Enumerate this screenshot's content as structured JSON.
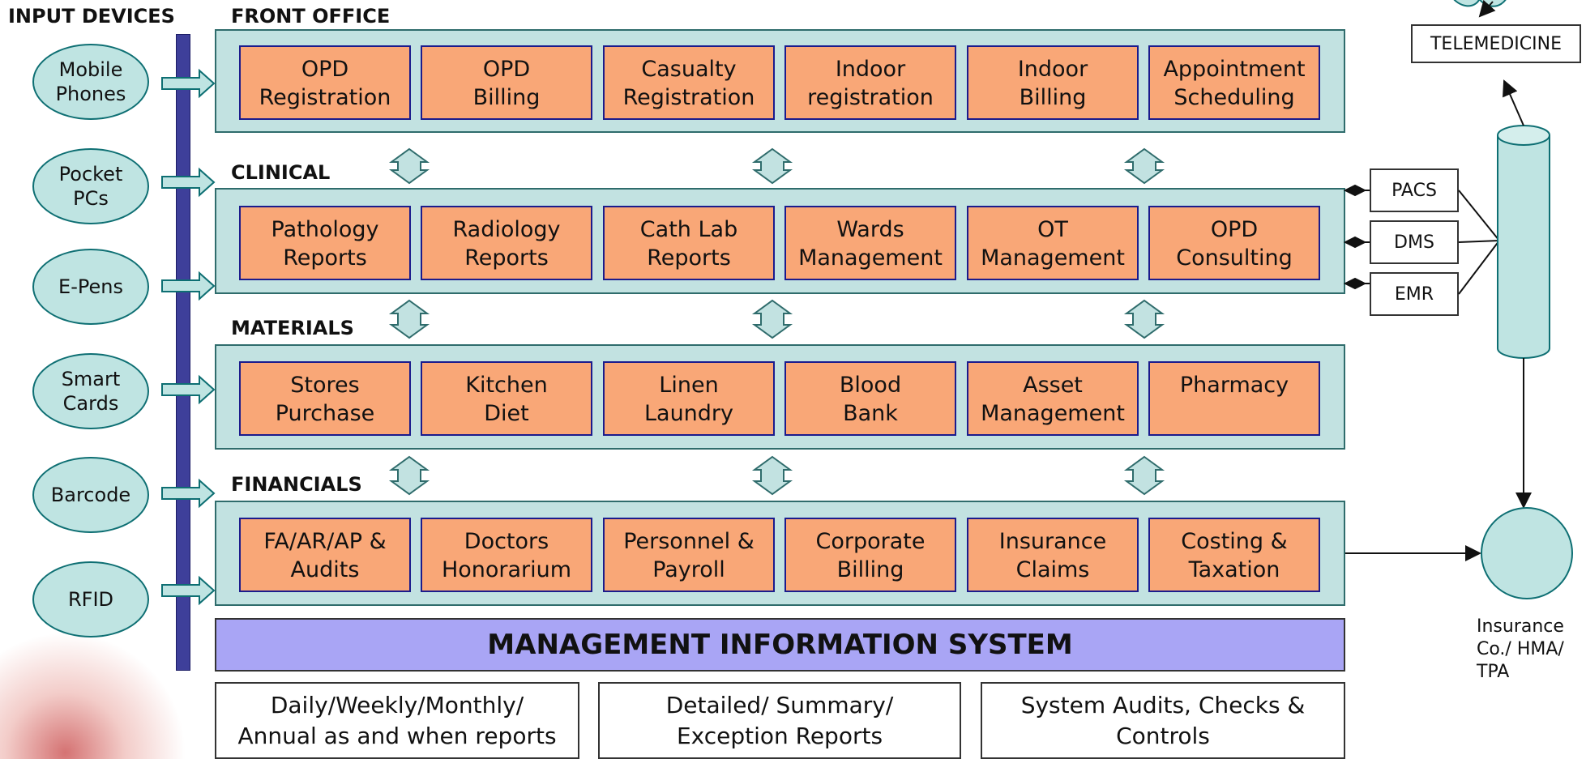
{
  "headers": {
    "input_devices": "INPUT DEVICES",
    "front_office": "FRONT OFFICE",
    "clinical": "CLINICAL",
    "materials": "MATERIALS",
    "financials": "FINANCIALS"
  },
  "devices": [
    {
      "label": "Mobile\nPhones"
    },
    {
      "label": "Pocket\nPCs"
    },
    {
      "label": "E-Pens"
    },
    {
      "label": "Smart\nCards"
    },
    {
      "label": "Barcode"
    },
    {
      "label": "RFID"
    }
  ],
  "front_office": {
    "modules": [
      "OPD\nRegistration",
      "OPD\nBilling",
      "Casualty\nRegistration",
      "Indoor\nregistration",
      "Indoor\nBilling",
      "Appointment\nScheduling"
    ]
  },
  "clinical": {
    "modules": [
      "Pathology\nReports",
      "Radiology\nReports",
      "Cath Lab\nReports",
      "Wards\nManagement",
      "OT\nManagement",
      "OPD\nConsulting"
    ]
  },
  "materials": {
    "modules": [
      "Stores\nPurchase",
      "Kitchen\nDiet",
      "Linen\nLaundry",
      "Blood\nBank",
      "Asset\nManagement",
      "Pharmacy"
    ]
  },
  "financials": {
    "modules": [
      "FA/AR/AP &\nAudits",
      "Doctors\nHonorarium",
      "Personnel &\nPayroll",
      "Corporate\nBilling",
      "Insurance\nClaims",
      "Costing &\nTaxation"
    ]
  },
  "mis": {
    "title": "MANAGEMENT INFORMATION SYSTEM"
  },
  "reports": [
    {
      "label": "Daily/Weekly/Monthly/\nAnnual as and when reports"
    },
    {
      "label": "Detailed/ Summary/\nException Reports"
    },
    {
      "label": "System Audits, Checks &\nControls"
    }
  ],
  "external": {
    "telemedicine": "TELEMEDICINE",
    "pacs": "PACS",
    "dms": "DMS",
    "emr": "EMR",
    "insurance": "Insurance\nCo./ HMA/\nTPA"
  },
  "colors": {
    "section_fill": "#c2e2e1",
    "module_fill": "#f9a777",
    "module_border": "#1b1b8c",
    "device_fill": "#bfe4e2",
    "spine": "#3e3f9a",
    "mis_fill": "#a9a5f5"
  }
}
